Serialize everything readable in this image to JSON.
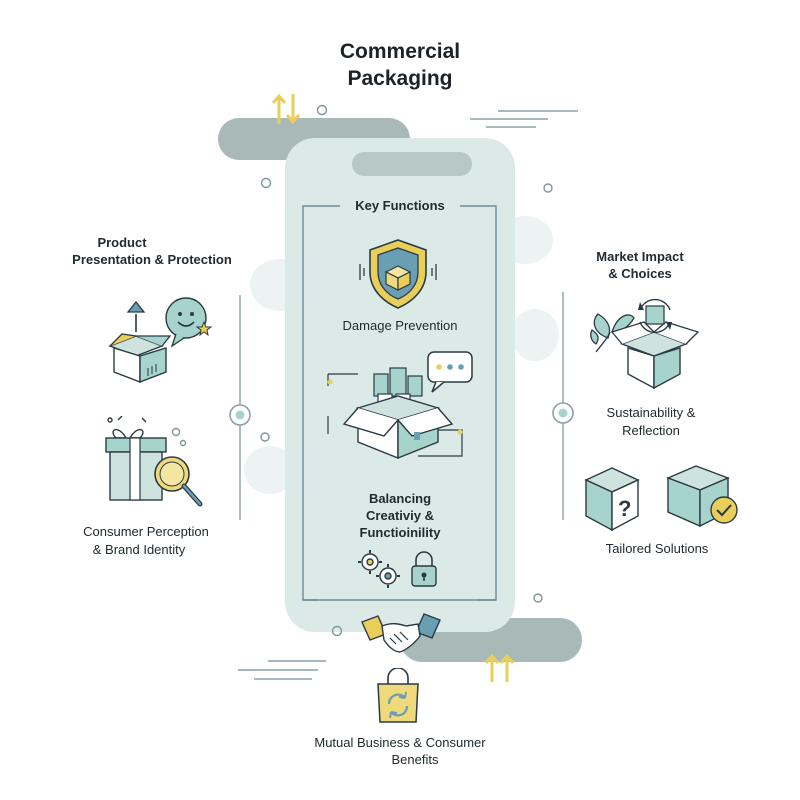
{
  "title": {
    "line1": "Commercial",
    "line2": "Packaging"
  },
  "center": {
    "header": "Key Functions",
    "damage_prevention": "Damage Prevention",
    "balancing_line1": "Balancing",
    "balancing_line2": "Creativiy &",
    "balancing_line3": "Functioinility"
  },
  "left": {
    "product_line1": "Product",
    "product_line2": "Presentation & Protection",
    "consumer_line1": "Consumer Perception",
    "consumer_line2": "& Brand Identity"
  },
  "right": {
    "market_line1": "Market Impact",
    "market_line2": "& Choices",
    "sustain_line1": "Sustainability &",
    "sustain_line2": "Reflection",
    "tailored": "Tailored Solutions"
  },
  "bottom": {
    "mutual_line1": "Mutual Business & Consumer",
    "mutual_line2": "Benefits"
  },
  "colors": {
    "phone_fill": "#dbeae6",
    "cloud_fill": "#e9f1ef",
    "slate": "#a9b9b8",
    "teal": "#a6d3cb",
    "yellow": "#f0d97a",
    "outline": "#2a3a44",
    "accent_blue": "#6a9fb3"
  }
}
